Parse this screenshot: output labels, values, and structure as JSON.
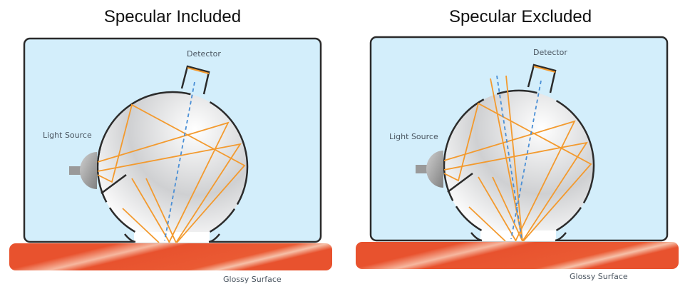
{
  "panels": [
    {
      "title": "Specular Included",
      "detector_label": "Detector",
      "light_source_label": "Light Source",
      "surface_label": "Glossy Surface",
      "specular_excluded": false
    },
    {
      "title": "Specular Excluded",
      "detector_label": "Detector",
      "light_source_label": "Light Source",
      "surface_label": "Glossy Surface",
      "specular_excluded": true
    }
  ],
  "colors": {
    "box_fill": "#d3eefb",
    "box_stroke": "#2b2b2b",
    "ray": "#f39a2e",
    "dashed_ray": "#4a8fd6",
    "surface": "#e8522e",
    "surface_highlight": "#f6b79f",
    "lamp": "#9a9a9a"
  }
}
